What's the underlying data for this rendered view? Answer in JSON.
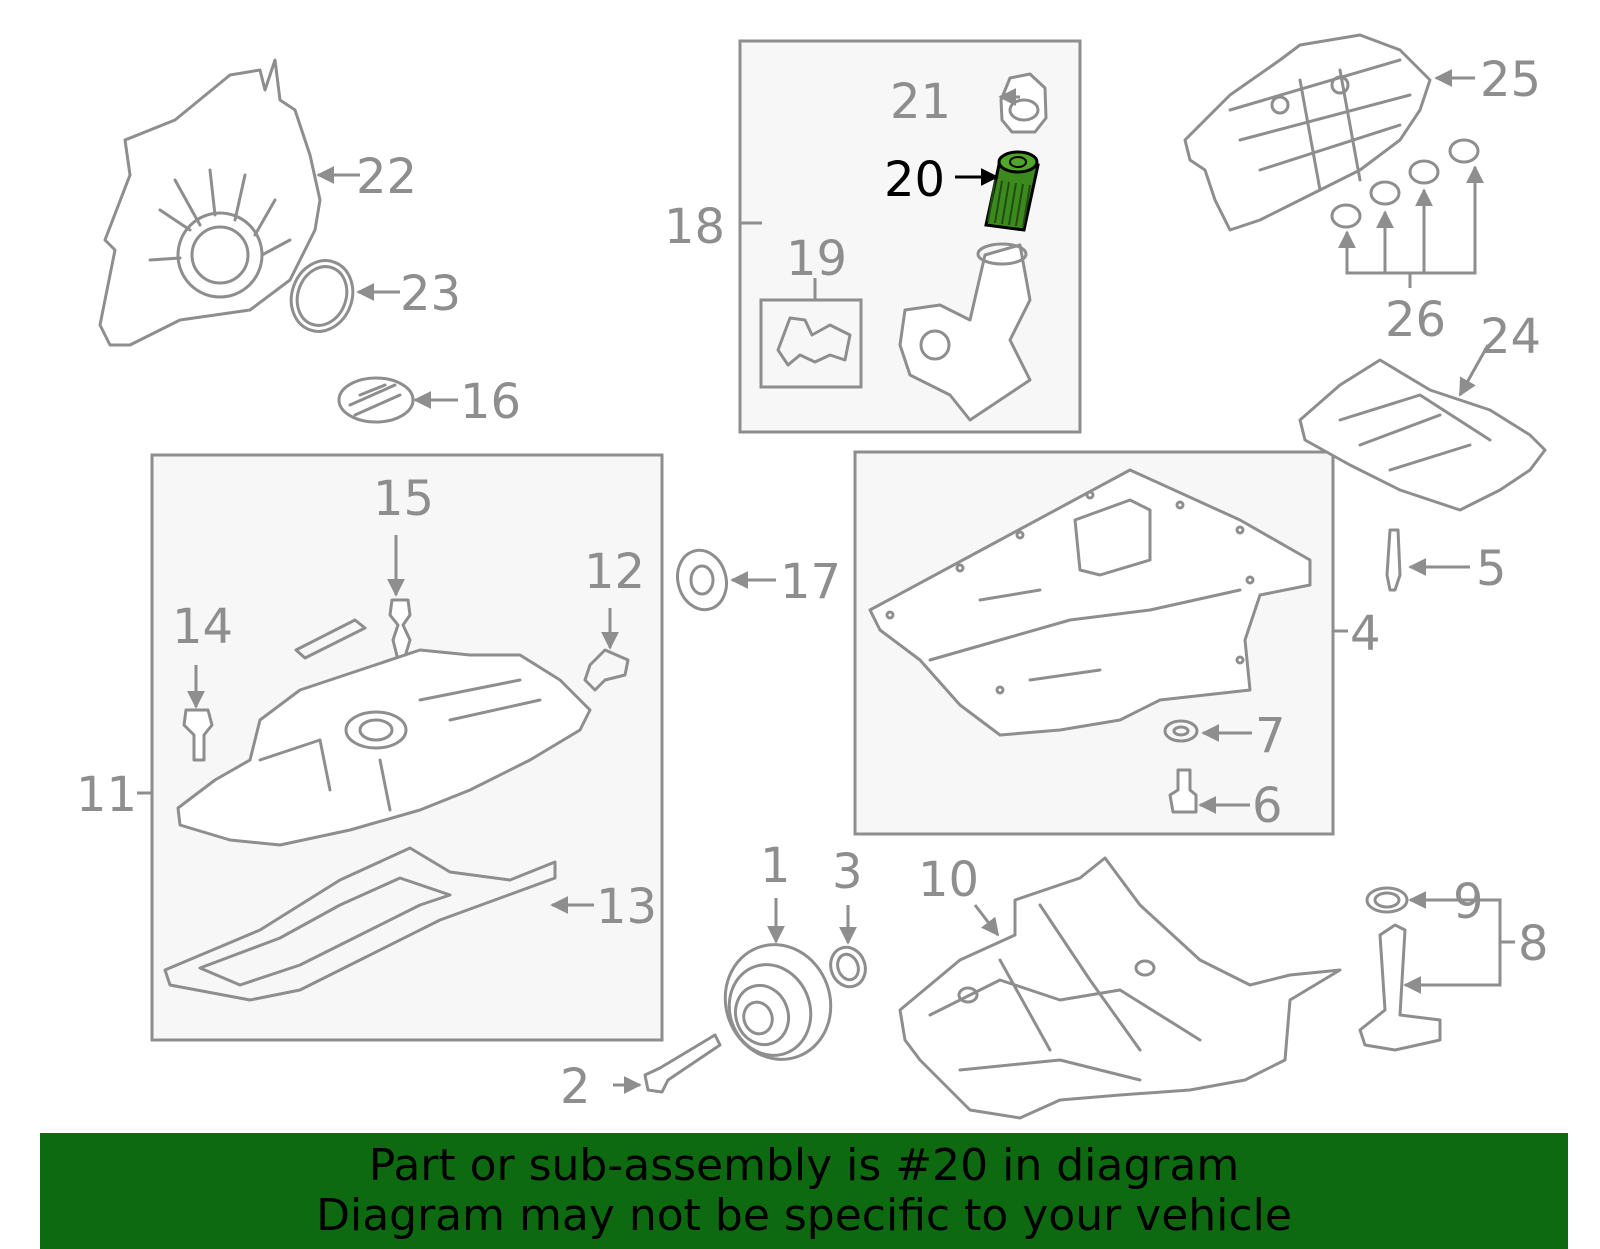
{
  "diagram": {
    "highlight_part": "20",
    "colors": {
      "line": "#8e8e8e",
      "highlight": "#3c8a1e",
      "banner_bg": "#0e6a10",
      "banner_text": "#000000"
    },
    "callouts": {
      "c1": "1",
      "c2": "2",
      "c3": "3",
      "c4": "4",
      "c5": "5",
      "c6": "6",
      "c7": "7",
      "c8": "8",
      "c9": "9",
      "c10": "10",
      "c11": "11",
      "c12": "12",
      "c13": "13",
      "c14": "14",
      "c15": "15",
      "c16": "16",
      "c17": "17",
      "c18": "18",
      "c19": "19",
      "c20": "20",
      "c21": "21",
      "c22": "22",
      "c23": "23",
      "c24": "24",
      "c25": "25",
      "c26": "26"
    }
  },
  "banner": {
    "line1": "Part or sub-assembly is #20 in diagram",
    "line2": "Diagram may not be specific to your vehicle"
  }
}
